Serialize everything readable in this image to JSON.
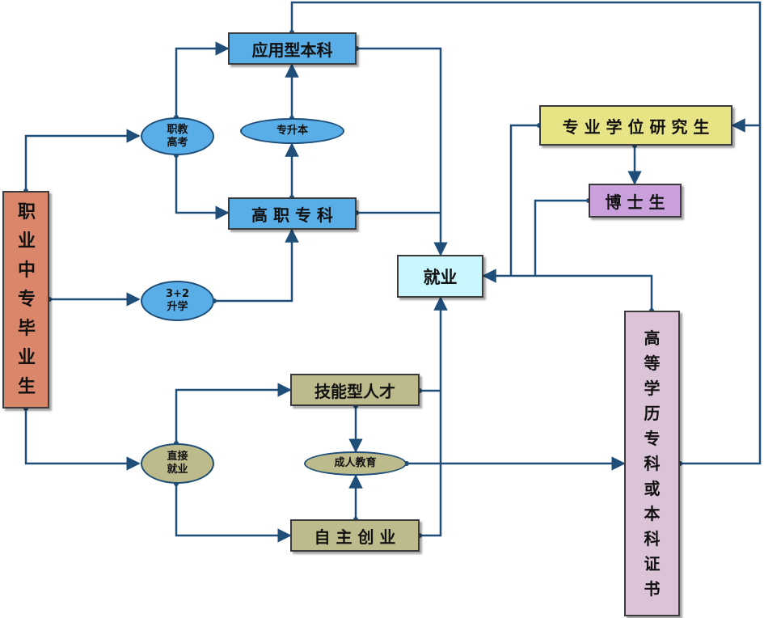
{
  "nodes": {
    "zhiye_zhongzhuan": {
      "label": "职业中专毕业生",
      "fill": "#d9866a"
    },
    "yingyong_benke": {
      "label": "应用型本科",
      "fill": "#5aaee8"
    },
    "gaozhi_zhuanke": {
      "label": "高 职 专 科",
      "fill": "#5aaee8"
    },
    "jiuye": {
      "label": "就业",
      "fill": "#c9f7ff"
    },
    "zhuanye_xuewei": {
      "label": "专 业 学 位 研 究 生",
      "fill": "#e7e486"
    },
    "boshisheng": {
      "label": "博 士 生",
      "fill": "#c9a0dc"
    },
    "jineng_rencai": {
      "label": "技能型人才",
      "fill": "#bdbb8c"
    },
    "zizhu_chuangye": {
      "label": "自 主 创 业",
      "fill": "#bdbb8c"
    },
    "gaodeng_xueli": {
      "label": "高等学历专科或本科证书",
      "fill": "#dcc4d8"
    }
  },
  "ovals": {
    "zhijiao_gaokao": {
      "line1": "职教",
      "line2": "高考",
      "fill": "#5aaee8"
    },
    "zhuanshengben": {
      "label": "专升本",
      "fill": "#5aaee8"
    },
    "sanjiaer": {
      "line1": "3+2",
      "line2": "升学",
      "fill": "#5aaee8"
    },
    "zhijie_jiuye": {
      "line1": "直接",
      "line2": "就业",
      "fill": "#bdbb8c"
    },
    "chengren_jiaoyu": {
      "label": "成人教育",
      "fill": "#bdbb8c"
    }
  },
  "colors": {
    "connector": "#1f4e79",
    "border": "#3b3b3b"
  }
}
